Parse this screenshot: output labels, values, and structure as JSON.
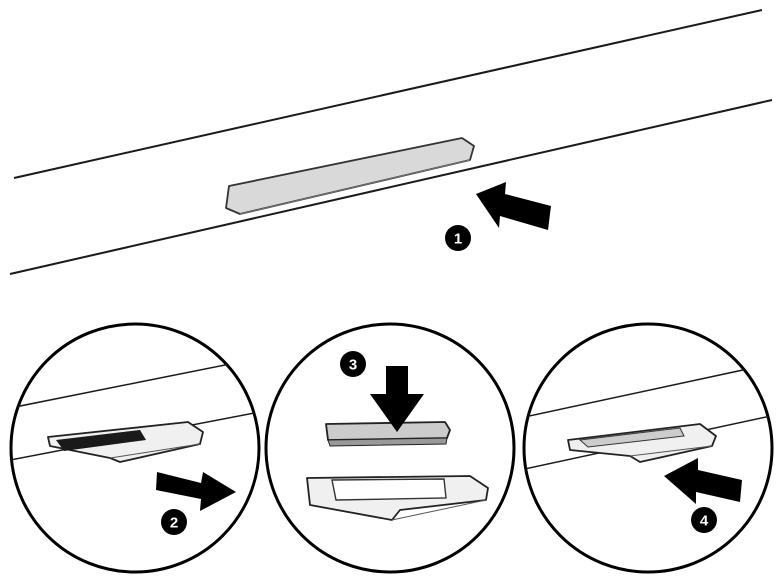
{
  "steps": [
    {
      "number": "1"
    },
    {
      "number": "2"
    },
    {
      "number": "3"
    },
    {
      "number": "4"
    }
  ],
  "colors": {
    "line": "#1a1a1a",
    "arrow": "#000000",
    "slot_fill": "#d9d9d9",
    "card_fill": "#cccccc",
    "tray_fill": "#f0f0f0"
  },
  "icons": [
    "arrow-icon",
    "sim-tray-icon",
    "sim-card-icon",
    "step-badge-icon"
  ]
}
